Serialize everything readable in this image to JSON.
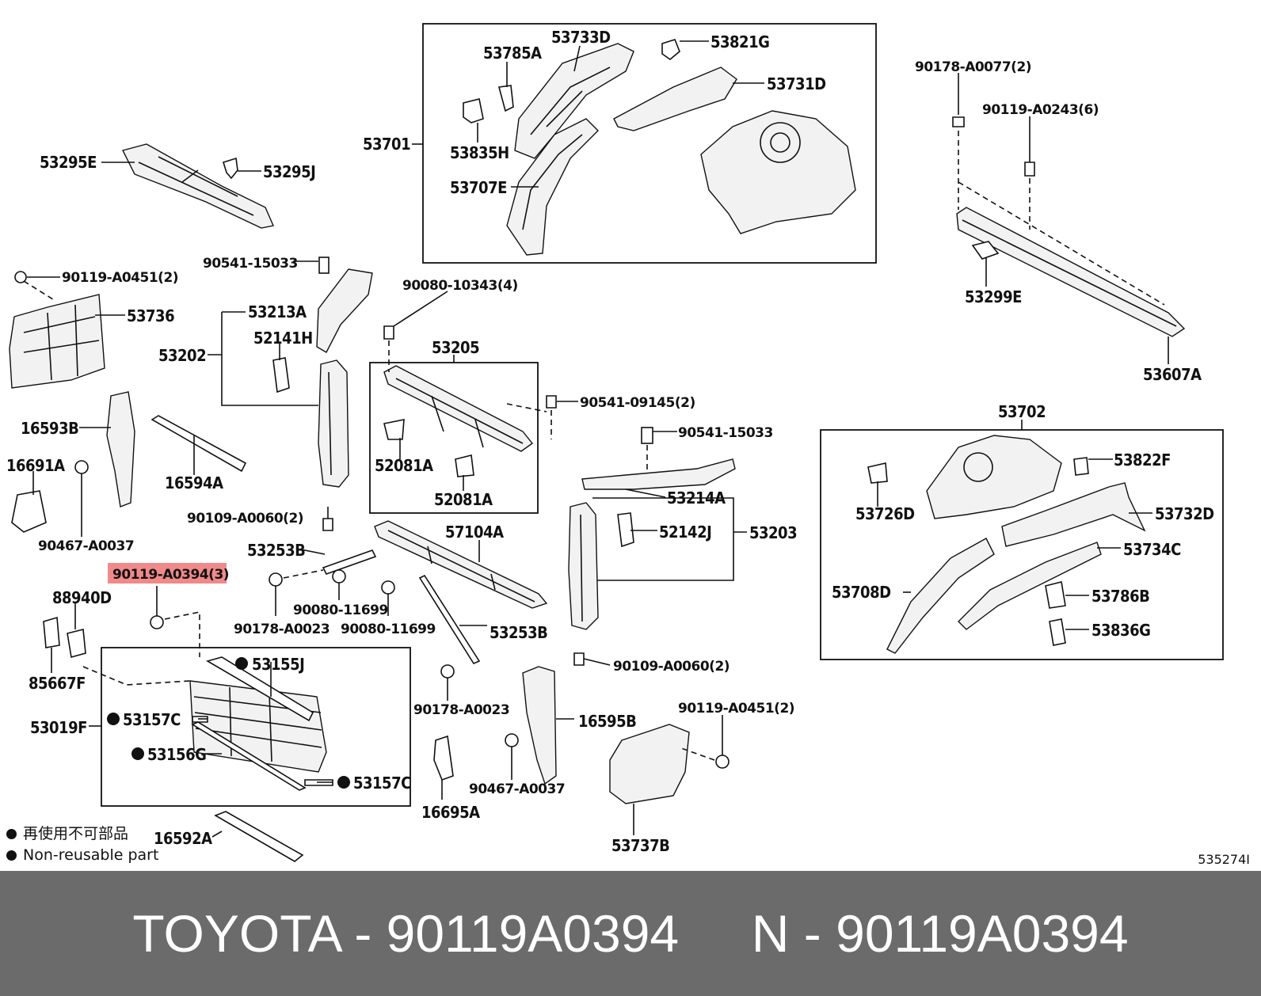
{
  "diagram": {
    "parts": [
      {
        "key": "p53295E",
        "label": "53295E"
      },
      {
        "key": "p53295J",
        "label": "53295J"
      },
      {
        "key": "p53701",
        "label": "53701"
      },
      {
        "key": "p53785A",
        "label": "53785A"
      },
      {
        "key": "p53733D",
        "label": "53733D"
      },
      {
        "key": "p53821G",
        "label": "53821G"
      },
      {
        "key": "p53731D",
        "label": "53731D"
      },
      {
        "key": "p53835H",
        "label": "53835H"
      },
      {
        "key": "p53707E",
        "label": "53707E"
      },
      {
        "key": "p90178A0077",
        "label": "90178-A0077(2)"
      },
      {
        "key": "p90119A0243",
        "label": "90119-A0243(6)"
      },
      {
        "key": "p53299E",
        "label": "53299E"
      },
      {
        "key": "p53607A",
        "label": "53607A"
      },
      {
        "key": "p90541_15033a",
        "label": "90541-15033"
      },
      {
        "key": "p90119A0451a",
        "label": "90119-A0451(2)"
      },
      {
        "key": "p53736",
        "label": "53736"
      },
      {
        "key": "p53213A",
        "label": "53213A"
      },
      {
        "key": "p53202",
        "label": "53202"
      },
      {
        "key": "p52141H",
        "label": "52141H"
      },
      {
        "key": "p90080_10343",
        "label": "90080-10343(4)"
      },
      {
        "key": "p53205",
        "label": "53205"
      },
      {
        "key": "p90541_09145",
        "label": "90541-09145(2)"
      },
      {
        "key": "p16593B",
        "label": "16593B"
      },
      {
        "key": "p16691A",
        "label": "16691A"
      },
      {
        "key": "p16594A",
        "label": "16594A"
      },
      {
        "key": "p52081A_1",
        "label": "52081A"
      },
      {
        "key": "p52081A_2",
        "label": "52081A"
      },
      {
        "key": "p90541_15033b",
        "label": "90541-15033"
      },
      {
        "key": "p53702",
        "label": "53702"
      },
      {
        "key": "p53822F",
        "label": "53822F"
      },
      {
        "key": "p53726D",
        "label": "53726D"
      },
      {
        "key": "p53214A",
        "label": "53214A"
      },
      {
        "key": "p53732D",
        "label": "53732D"
      },
      {
        "key": "p90109A0060a",
        "label": "90109-A0060(2)"
      },
      {
        "key": "p57104A",
        "label": "57104A"
      },
      {
        "key": "p52142J",
        "label": "52142J"
      },
      {
        "key": "p53203",
        "label": "53203"
      },
      {
        "key": "p90467A0037a",
        "label": "90467-A0037"
      },
      {
        "key": "p53253B_1",
        "label": "53253B"
      },
      {
        "key": "p53734C",
        "label": "53734C"
      },
      {
        "key": "p90119A0394",
        "label": "90119-A0394(3)"
      },
      {
        "key": "p53708D",
        "label": "53708D"
      },
      {
        "key": "p88940D",
        "label": "88940D"
      },
      {
        "key": "p90080_11699a",
        "label": "90080-11699"
      },
      {
        "key": "p90178A0023a",
        "label": "90178-A0023"
      },
      {
        "key": "p90080_11699b",
        "label": "90080-11699"
      },
      {
        "key": "p53253B_2",
        "label": "53253B"
      },
      {
        "key": "p53786B",
        "label": "53786B"
      },
      {
        "key": "p53836G",
        "label": "53836G"
      },
      {
        "key": "p53155J",
        "label": "53155J"
      },
      {
        "key": "p90109A0060b",
        "label": "90109-A0060(2)"
      },
      {
        "key": "p85667F",
        "label": "85667F"
      },
      {
        "key": "p90178A0023b",
        "label": "90178-A0023"
      },
      {
        "key": "p53157C_1",
        "label": "53157C"
      },
      {
        "key": "p16595B",
        "label": "16595B"
      },
      {
        "key": "p90119A0451b",
        "label": "90119-A0451(2)"
      },
      {
        "key": "p53019F",
        "label": "53019F"
      },
      {
        "key": "p53156G",
        "label": "53156G"
      },
      {
        "key": "p90467A0037b",
        "label": "90467-A0037"
      },
      {
        "key": "p53157C_2",
        "label": "53157C"
      },
      {
        "key": "p16695A",
        "label": "16695A"
      },
      {
        "key": "p16592A",
        "label": "16592A"
      },
      {
        "key": "p53737B",
        "label": "53737B"
      }
    ],
    "highlighted_part": "90119-A0394(3)",
    "highlight_color": "#f08a8a",
    "legend": {
      "line1": "再使用不可部品",
      "line2": "Non-reusable part"
    },
    "reference_code": "535274I"
  },
  "caption": {
    "text": "TOYOTA - 90119A0394     N - 90119A0394",
    "background": "#6b6b6b",
    "color": "#ffffff"
  }
}
